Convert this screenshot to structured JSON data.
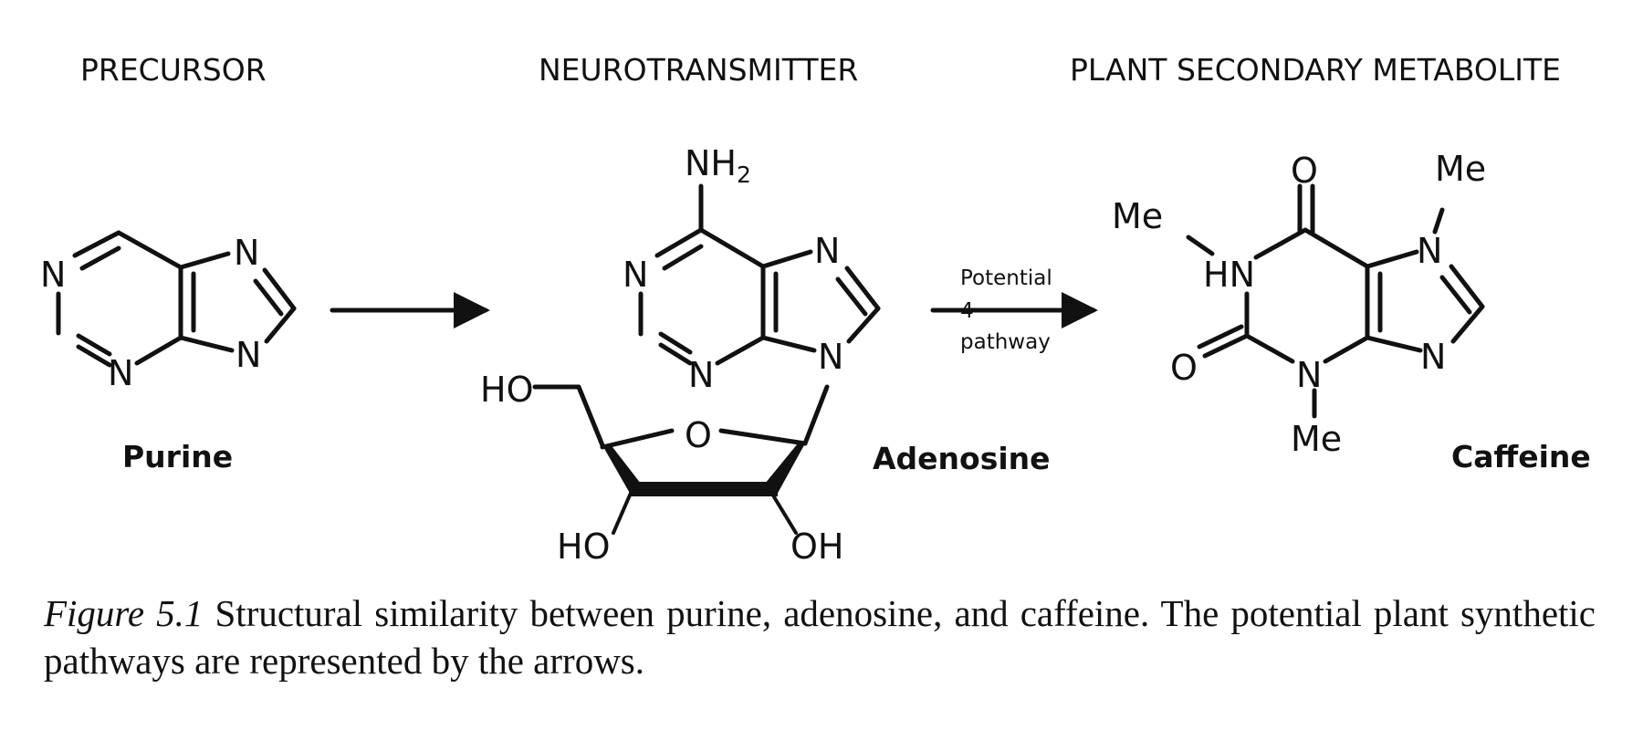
{
  "headers": {
    "precursor": "PRECURSOR",
    "neurotransmitter": "NEUROTRANSMITTER",
    "metabolite": "PLANT SECONDARY METABOLITE"
  },
  "molecules": {
    "purine": {
      "name": "Purine",
      "atoms": {
        "n1": "N",
        "n3": "N",
        "n7": "N",
        "n9": "N"
      }
    },
    "adenosine": {
      "name": "Adenosine",
      "atoms": {
        "nh2_main": "NH",
        "nh2_sub": "2",
        "n1": "N",
        "n3": "N",
        "n7": "N",
        "n9": "N",
        "ho_top": "HO",
        "o_ring": "O",
        "ho_bottom": "HO",
        "oh_bottom": "OH"
      }
    },
    "caffeine": {
      "name": "Caffeine",
      "atoms": {
        "o_top": "O",
        "me_top": "Me",
        "me_left": "Me",
        "hn": "HN",
        "n7": "N",
        "n9": "N",
        "o_left": "O",
        "n3": "N",
        "me_bottom": "Me"
      }
    }
  },
  "arrows": {
    "second": {
      "label_top": "Potential",
      "label_mid": "4",
      "label_bottom": "pathway"
    }
  },
  "caption": {
    "label": "Figure 5.1",
    "text": " Structural similarity between purine, adenosine, and caffeine. The potential plant synthetic pathways are represented by the arrows."
  }
}
